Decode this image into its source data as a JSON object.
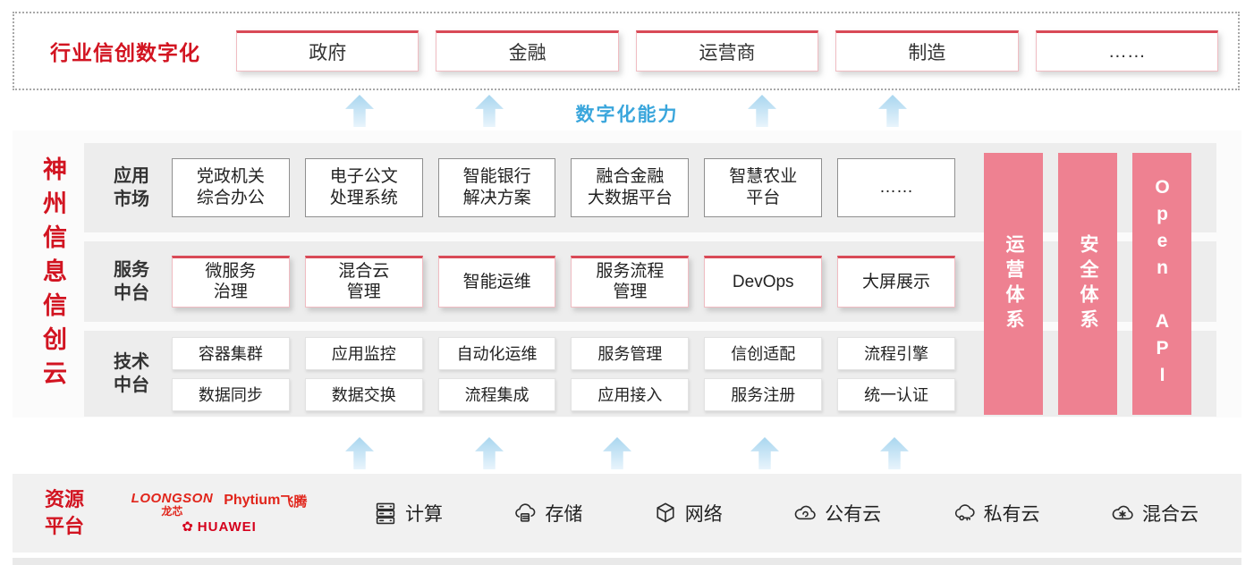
{
  "colors": {
    "accent_red": "#d21421",
    "capability_blue": "#3aa6dc",
    "bar_pink": "#ee8191",
    "strip_gray": "#ededed"
  },
  "top": {
    "label": "行业信创数字化",
    "boxes": [
      "政府",
      "金融",
      "运营商",
      "制造",
      "……"
    ]
  },
  "capability_label": "数字化能力",
  "main": {
    "title": "神州信息信创云",
    "rows": [
      {
        "label": "应用\n市场",
        "items": [
          "党政机关\n综合办公",
          "电子公文\n处理系统",
          "智能银行\n解决方案",
          "融合金融\n大数据平台",
          "智慧农业\n平台",
          "……"
        ]
      },
      {
        "label": "服务\n中台",
        "items": [
          "微服务\n治理",
          "混合云\n管理",
          "智能运维",
          "服务流程\n管理",
          "DevOps",
          "大屏展示"
        ]
      },
      {
        "label": "技术\n中台",
        "items": [
          "容器集群",
          "应用监控",
          "自动化运维",
          "服务管理",
          "信创适配",
          "流程引擎",
          "数据同步",
          "数据交换",
          "流程集成",
          "应用接入",
          "服务注册",
          "统一认证"
        ]
      }
    ],
    "bars": [
      "运营体系",
      "安全体系",
      "Open API"
    ]
  },
  "bottom": {
    "label": "资源\n平台",
    "logos": {
      "loongson": "LOONGSON",
      "loongson_sub": "龙芯",
      "phytium": "Phytium",
      "phytium_sub": "飞腾",
      "huawei_flower": "✿",
      "huawei": "HUAWEI"
    },
    "resources": [
      {
        "icon": "compute-icon",
        "label": "计算"
      },
      {
        "icon": "storage-icon",
        "label": "存储"
      },
      {
        "icon": "network-icon",
        "label": "网络"
      },
      {
        "icon": "public-cloud-icon",
        "label": "公有云"
      },
      {
        "icon": "private-cloud-icon",
        "label": "私有云"
      },
      {
        "icon": "hybrid-cloud-icon",
        "label": "混合云"
      }
    ]
  }
}
